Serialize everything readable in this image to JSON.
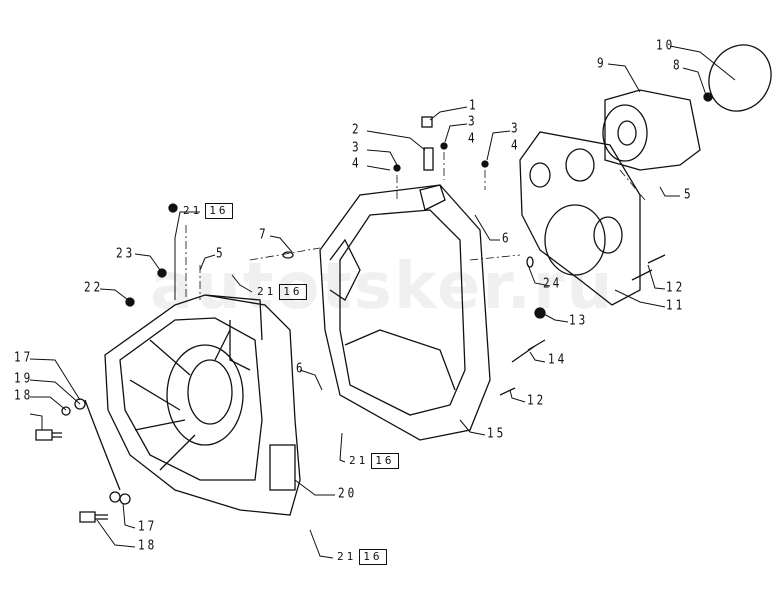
{
  "watermark": "autotsker.ru",
  "callouts": {
    "c1": "1",
    "c2": "2",
    "c3a": "3",
    "c4a": "4",
    "c3b": "3",
    "c4b": "4",
    "c3c": "3",
    "c4c": "4",
    "c5a": "5",
    "c5b": "5",
    "c6a": "6",
    "c6b": "6",
    "c7": "7",
    "c8": "8",
    "c9": "9",
    "c10": "10",
    "c11": "11",
    "c12a": "12",
    "c12b": "12",
    "c13": "13",
    "c14": "14",
    "c15": "15",
    "c17a": "17",
    "c17b": "17",
    "c18a": "18",
    "c18b": "18",
    "c19": "19",
    "c20": "20",
    "c22": "22",
    "c23": "23",
    "c24": "24"
  },
  "refs": [
    {
      "num": "21",
      "ref": "16"
    },
    {
      "num": "21",
      "ref": "16"
    },
    {
      "num": "21",
      "ref": "16"
    },
    {
      "num": "21",
      "ref": "16"
    }
  ]
}
